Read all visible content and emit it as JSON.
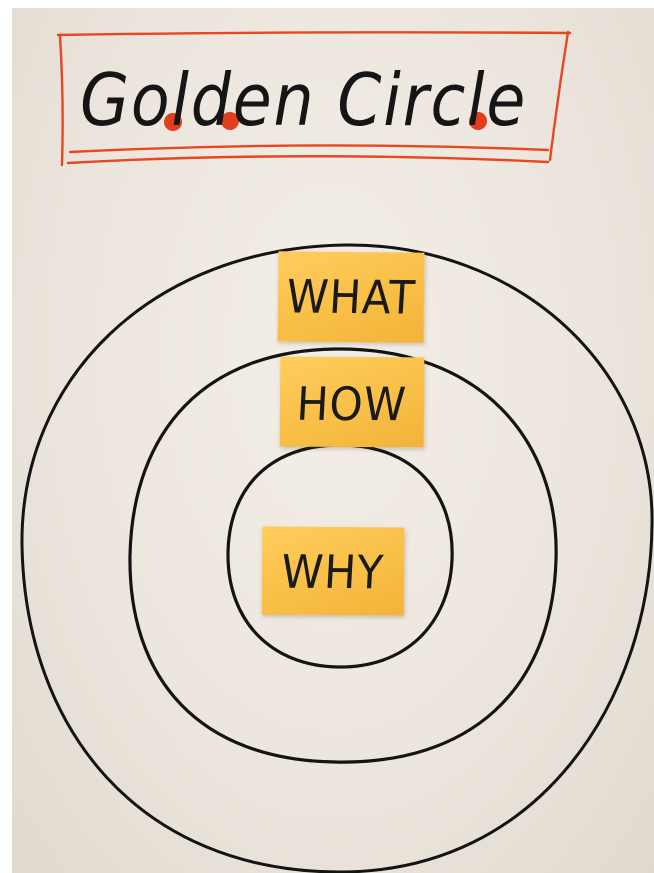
{
  "title": "Golden Circle",
  "notes": {
    "outer": "WHAT",
    "middle": "HOW",
    "inner": "WHY"
  },
  "colors": {
    "paper": "#ece6de",
    "ink": "#151515",
    "frame": "#e8471f",
    "sticky_note": "#f8be45"
  }
}
